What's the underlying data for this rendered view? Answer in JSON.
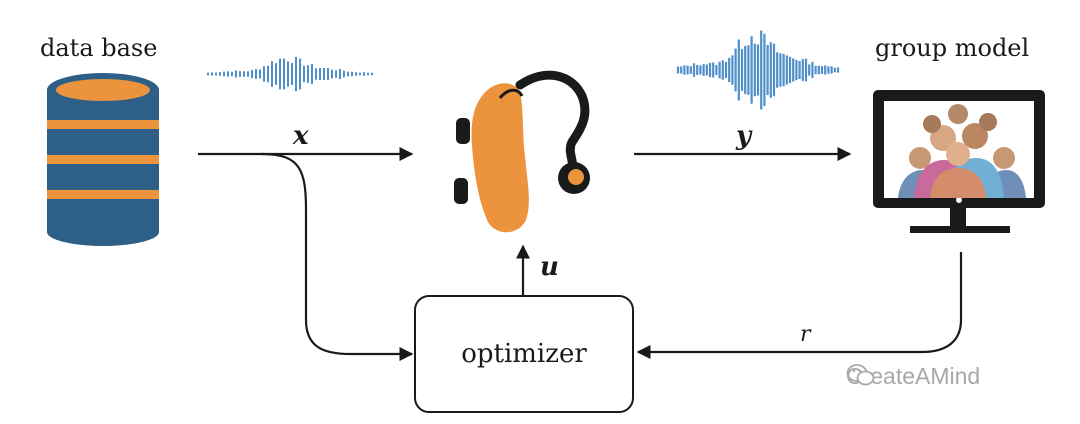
{
  "labels": {
    "database": "data base",
    "group_model": "group model",
    "input_signal": "x",
    "output_signal": "y",
    "control": "u",
    "rating": "r",
    "optimizer": "optimizer"
  },
  "watermark": {
    "text": "CreateAMind",
    "icon": "wechat-icon"
  },
  "colors": {
    "database_blue": "#2e5f86",
    "database_orange": "#ec933e",
    "hearing_aid_orange": "#ec933e",
    "hearing_aid_black": "#1a1a1a",
    "waveform_blue": "#4f8fca",
    "monitor_black": "#1a1a1a",
    "line": "#1a1a1a",
    "watermark_gray": "#a8a8a8"
  }
}
